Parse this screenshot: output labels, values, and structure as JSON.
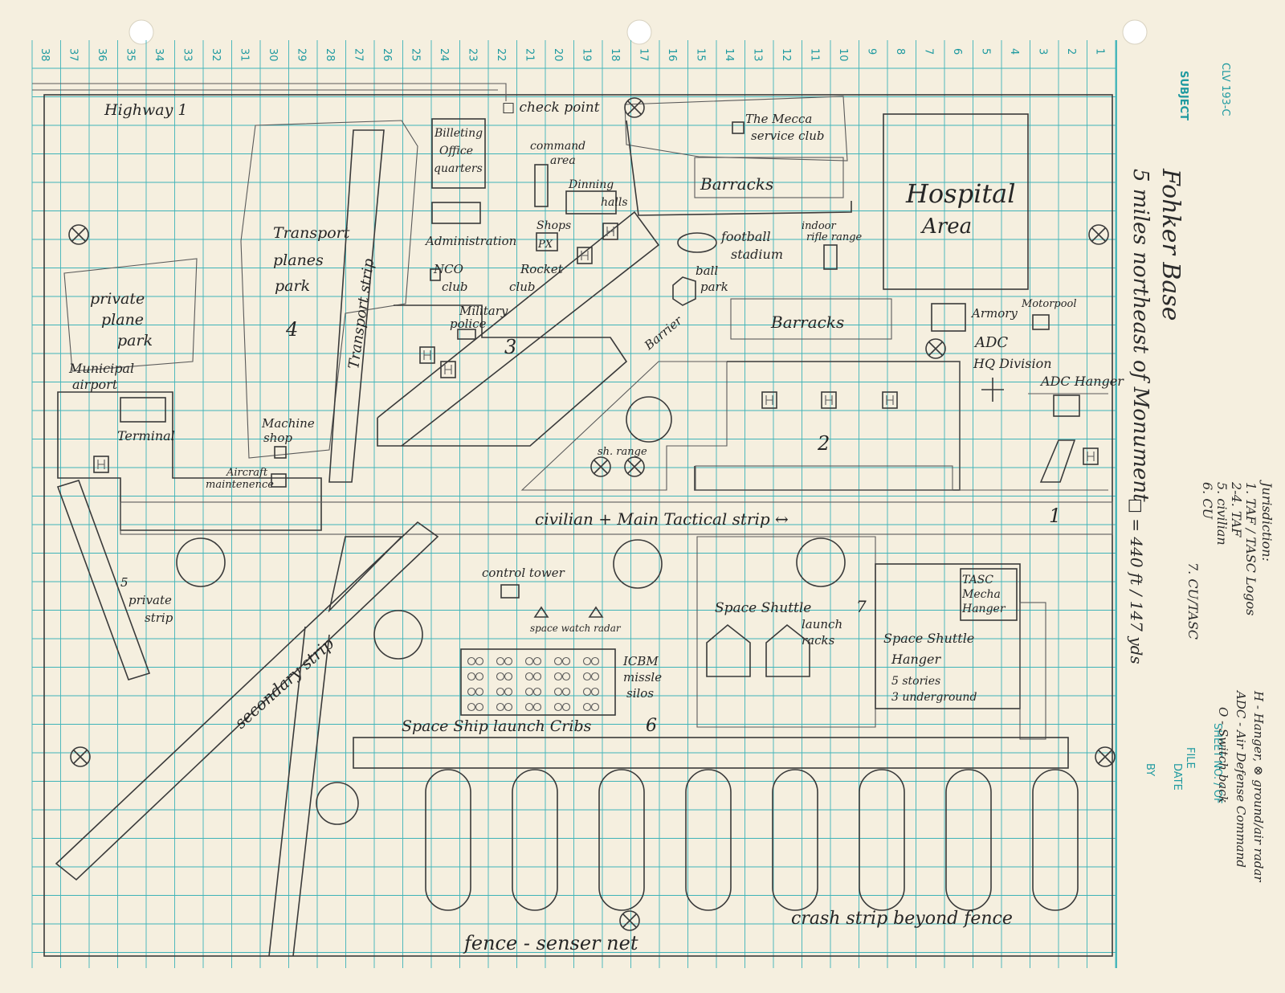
{
  "sheet": {
    "form_code": "CLV 193-C",
    "subject_label": "SUBJECT",
    "sheet_no_label": "SHEET NO. / OF",
    "file_label": "FILE",
    "date_label": "DATE",
    "by_label": "BY",
    "column_numbers": [
      "38",
      "37",
      "36",
      "35",
      "34",
      "33",
      "32",
      "31",
      "30",
      "29",
      "28",
      "27",
      "26",
      "25",
      "24",
      "23",
      "22",
      "21",
      "20",
      "19",
      "18",
      "17",
      "16",
      "15",
      "14",
      "13",
      "12",
      "11",
      "10",
      "9",
      "8",
      "7",
      "6",
      "5",
      "4",
      "3",
      "2",
      "1"
    ]
  },
  "title": {
    "subject": "Fohker Base",
    "location": "5 miles northeast of Monument",
    "scale": "□ = 440 ft / 147 yds"
  },
  "legend": {
    "jurisdiction_title": "Jurisdiction:",
    "items": [
      "1. TAF / TASC Logos",
      "2-4. TAF",
      "5. civilian",
      "6. CU",
      "7. CU/TASC"
    ],
    "keys": [
      "H - Hanger,  ⊗ ground/air radar",
      "ADC - Air Defense Command",
      "O - Switch back"
    ]
  },
  "labels": {
    "highway": "Highway 1",
    "checkpoint": "□ check point",
    "billeting": [
      "Billeting",
      "Office",
      "quarters"
    ],
    "command_area": [
      "command",
      "area"
    ],
    "dining_halls": [
      "Dinning",
      "halls"
    ],
    "mecca": [
      "The Mecca",
      "service club"
    ],
    "barracks_top": "Barracks",
    "hospital": [
      "Hospital",
      "Area"
    ],
    "administration": "Administration",
    "shops": "Shops",
    "px": "PX",
    "football": [
      "football",
      "stadium"
    ],
    "rifle_range": [
      "indoor",
      "rifle range"
    ],
    "transport_park": [
      "Transport",
      "planes",
      "park"
    ],
    "transport_strip": "Transport strip",
    "private_park": [
      "private",
      "plane",
      "park"
    ],
    "nco_club": [
      "NCO",
      "club"
    ],
    "rocket_club": [
      "Rocket",
      "club"
    ],
    "ball_park": [
      "ball",
      "park"
    ],
    "military_police": [
      "Military",
      "police"
    ],
    "barracks_mid": "Barracks",
    "armory": "Armory",
    "motorpool": "Motorpool",
    "adc_hq": [
      "ADC",
      "HQ Division"
    ],
    "adc_hanger": "ADC Hanger",
    "barrier": "Barrier",
    "municipal": [
      "Municipal",
      "airport"
    ],
    "terminal": "Terminal",
    "machine_shop": [
      "Machine",
      "shop"
    ],
    "aircraft_maint": [
      "Aircraft",
      "maintenence"
    ],
    "sh_range": "sh. range",
    "main_strip": "civilian    + Main Tactical strip ↔",
    "private_strip": [
      "5",
      "private",
      "strip"
    ],
    "control_tower": "control tower",
    "radar": "space watch  radar",
    "secondary_strip": "secondary strip",
    "icbm": [
      "ICBM",
      "missle",
      "silos"
    ],
    "shuttle_racks": [
      "Space Shuttle",
      "launch",
      "racks"
    ],
    "tasc_hanger": [
      "TASC",
      "Mecha",
      "Hanger"
    ],
    "shuttle_hanger": [
      "Space Shuttle",
      "Hanger",
      "5 stories",
      "3 underground"
    ],
    "launch_cribs": "Space Ship launch Cribs",
    "fence": "fence - senser net",
    "crash_strip": "crash strip beyond fence"
  },
  "zones": {
    "z1": "1",
    "z2": "2",
    "z3": "3",
    "z4": "4",
    "z6": "6",
    "z7": "7"
  },
  "icons": [
    "radar-icon",
    "hangar-icon",
    "switchback-icon",
    "cross-icon"
  ]
}
